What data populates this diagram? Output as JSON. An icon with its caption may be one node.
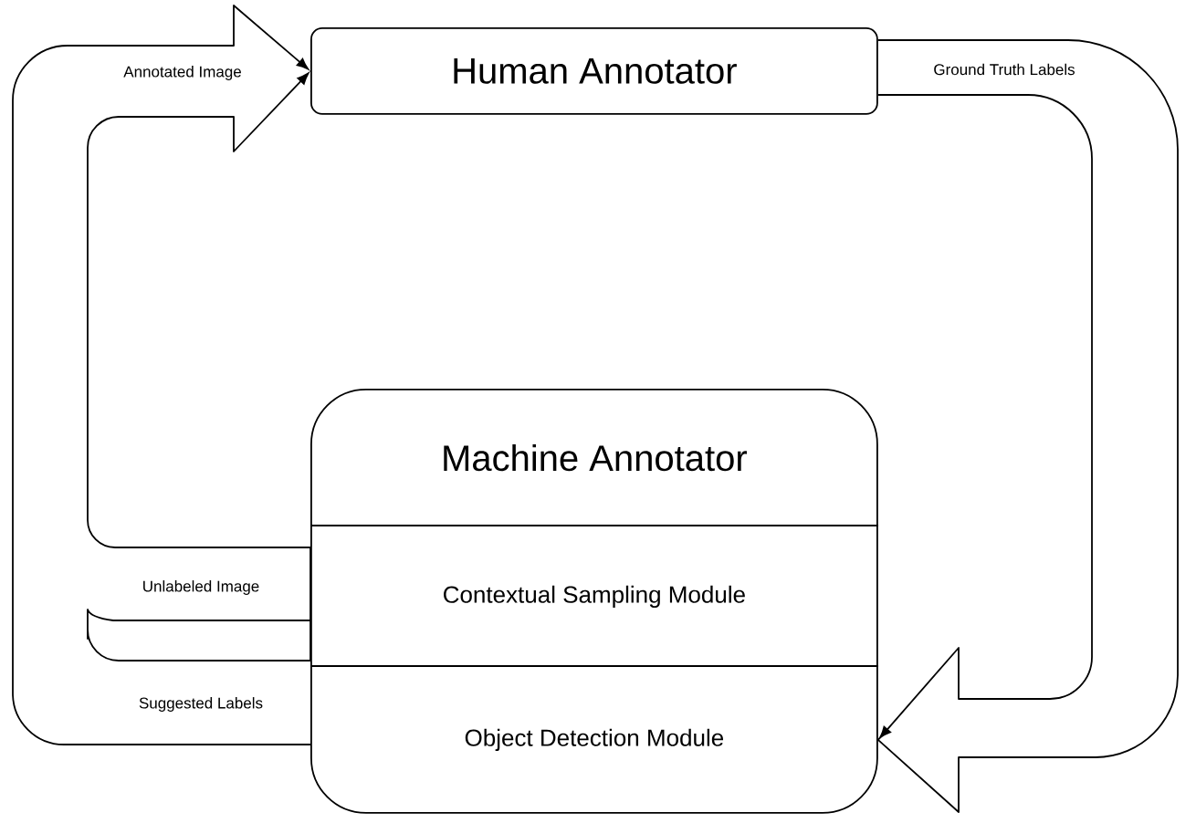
{
  "diagram": {
    "nodes": [
      {
        "text": [
          "Human Annotator"
        ]
      },
      {
        "text": [
          "Machine Annotator"
        ]
      },
      {
        "text": [
          "Contextual Sampling Module"
        ],
        "in": 1
      },
      {
        "text": [
          "Object Detection Module"
        ],
        "in": 1
      }
    ],
    "edges": [
      {
        "from": 2,
        "to": 0,
        "arrow": "to",
        "label": "Unlabeled Image"
      },
      {
        "from": 3,
        "to": 0,
        "arrow": "to",
        "label": "Suggested Labels"
      },
      {
        "from": 0,
        "to": 3,
        "arrow": "to",
        "label": "Ground Truth Labels"
      }
    ],
    "labels": [
      "Annotated Image"
    ]
  }
}
